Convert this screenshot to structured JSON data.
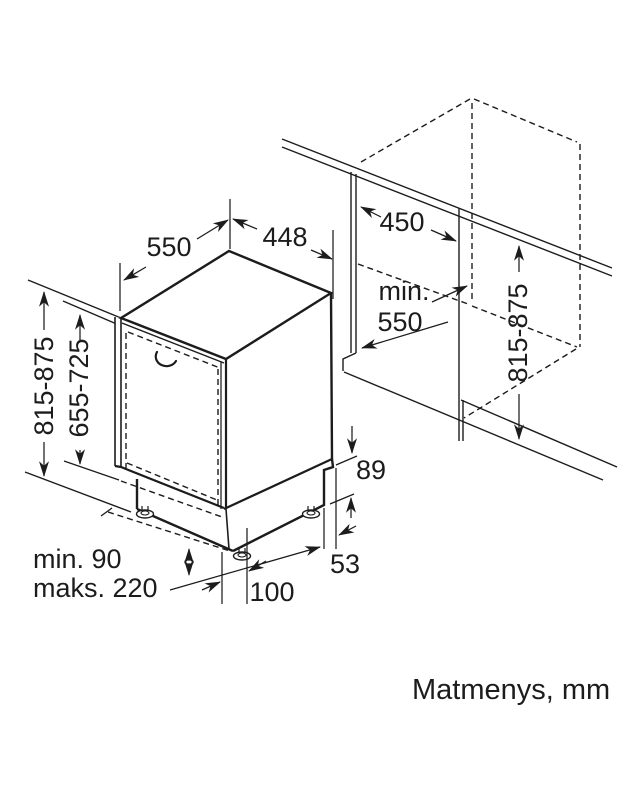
{
  "diagram": {
    "caption": "Matmenys, mm",
    "dimensions": {
      "appliance_depth": "550",
      "appliance_width": "448",
      "niche_width": "450",
      "niche_depth_prefix": "min.",
      "niche_depth_value": "550",
      "height_range": "815-875",
      "door_height_range": "655-725",
      "rear_notch_height": "89",
      "rear_notch_depth": "53",
      "foot_inset": "100",
      "plinth_min": "min. 90",
      "plinth_max": "maks. 220"
    }
  }
}
